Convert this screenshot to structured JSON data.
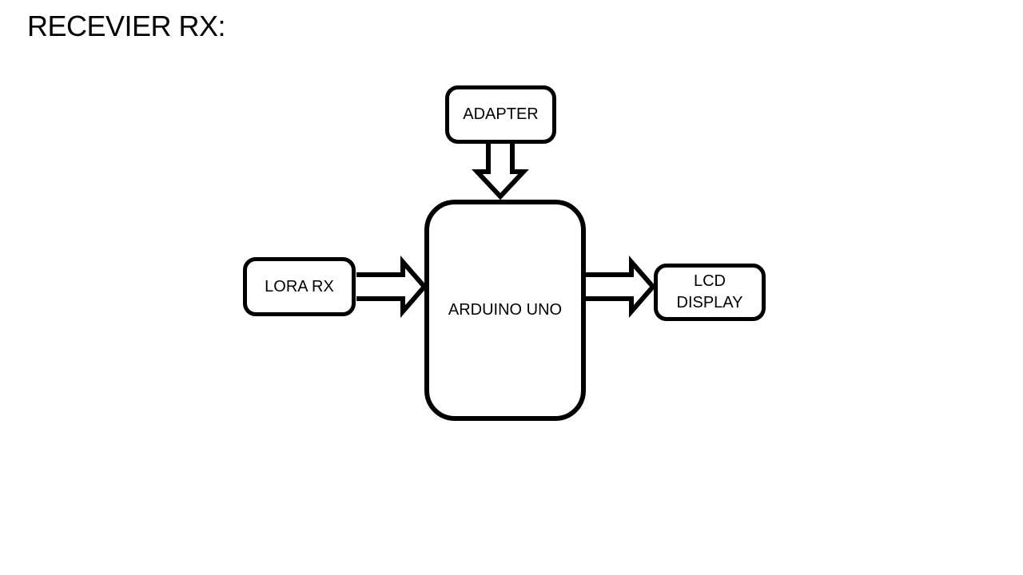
{
  "title": "RECEVIER RX:",
  "nodes": {
    "adapter": {
      "label": "ADAPTER"
    },
    "arduino": {
      "label": "ARDUINO UNO"
    },
    "lora": {
      "label": "LORA RX"
    },
    "lcd": {
      "label": "LCD\nDISPLAY"
    }
  },
  "arrows": [
    {
      "from": "ADAPTER",
      "to": "ARDUINO UNO",
      "direction": "down"
    },
    {
      "from": "LORA RX",
      "to": "ARDUINO UNO",
      "direction": "right"
    },
    {
      "from": "ARDUINO UNO",
      "to": "LCD DISPLAY",
      "direction": "right"
    }
  ],
  "colors": {
    "stroke": "#000000",
    "background": "#ffffff"
  }
}
